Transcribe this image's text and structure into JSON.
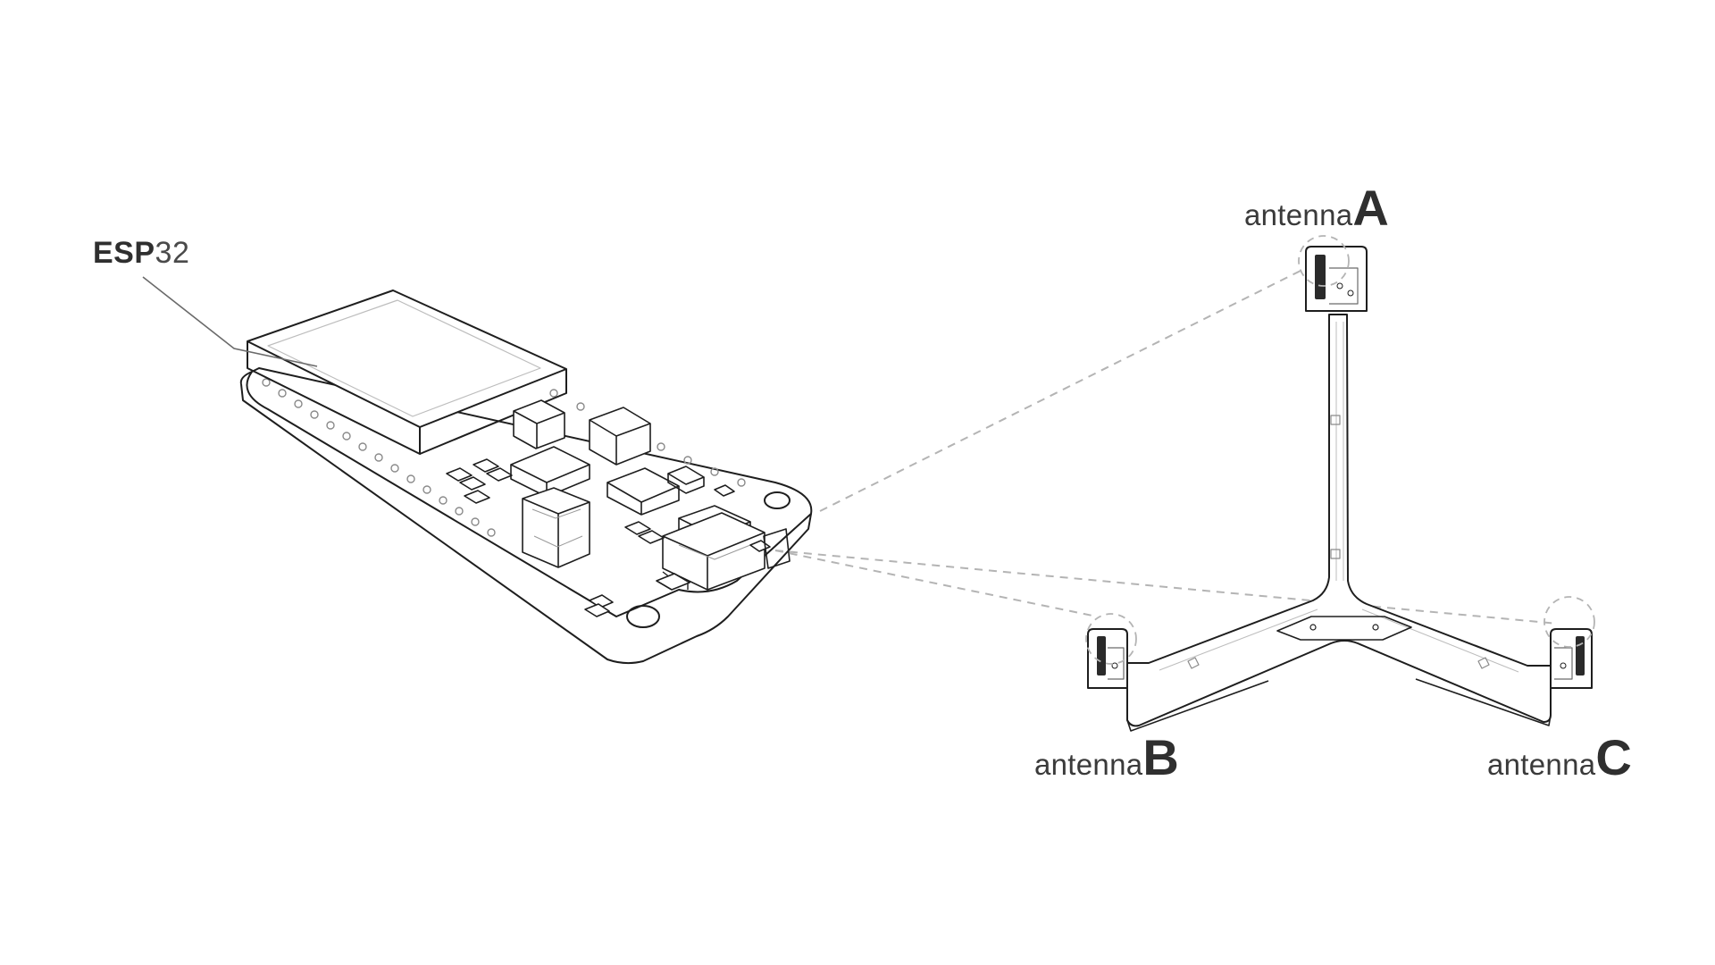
{
  "labels": {
    "esp32": {
      "bold": "ESP",
      "light": "32"
    },
    "antenna_a": {
      "prefix": "antenna",
      "letter": "A"
    },
    "antenna_b": {
      "prefix": "antenna",
      "letter": "B"
    },
    "antenna_c": {
      "prefix": "antenna",
      "letter": "C"
    }
  },
  "colors": {
    "background": "#ffffff",
    "line": "#1e1e1e",
    "detail": "#8a8a8a",
    "dashed": "#b4b4b4",
    "text": "#2f2f2f"
  }
}
